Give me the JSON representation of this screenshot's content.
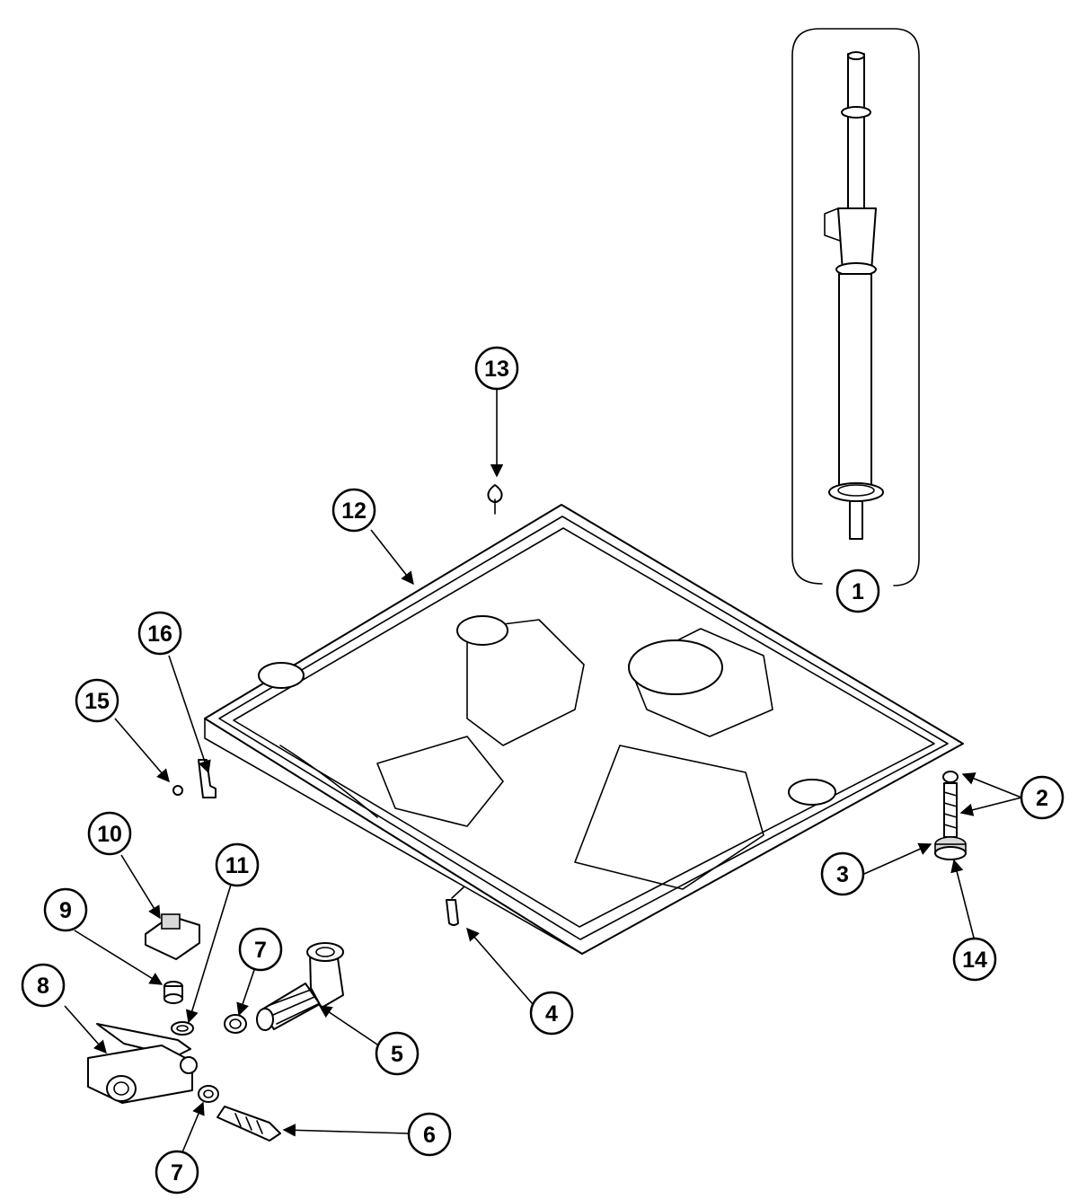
{
  "callouts": [
    {
      "id": "c1",
      "text": "1"
    },
    {
      "id": "c2",
      "text": "2"
    },
    {
      "id": "c3",
      "text": "3"
    },
    {
      "id": "c4",
      "text": "4"
    },
    {
      "id": "c5",
      "text": "5"
    },
    {
      "id": "c6",
      "text": "6"
    },
    {
      "id": "c7a",
      "text": "7"
    },
    {
      "id": "c7b",
      "text": "7"
    },
    {
      "id": "c8",
      "text": "8"
    },
    {
      "id": "c9",
      "text": "9"
    },
    {
      "id": "c10",
      "text": "10"
    },
    {
      "id": "c11",
      "text": "11"
    },
    {
      "id": "c12",
      "text": "12"
    },
    {
      "id": "c13",
      "text": "13"
    },
    {
      "id": "c14",
      "text": "14"
    },
    {
      "id": "c15",
      "text": "15"
    },
    {
      "id": "c16",
      "text": "16"
    }
  ]
}
